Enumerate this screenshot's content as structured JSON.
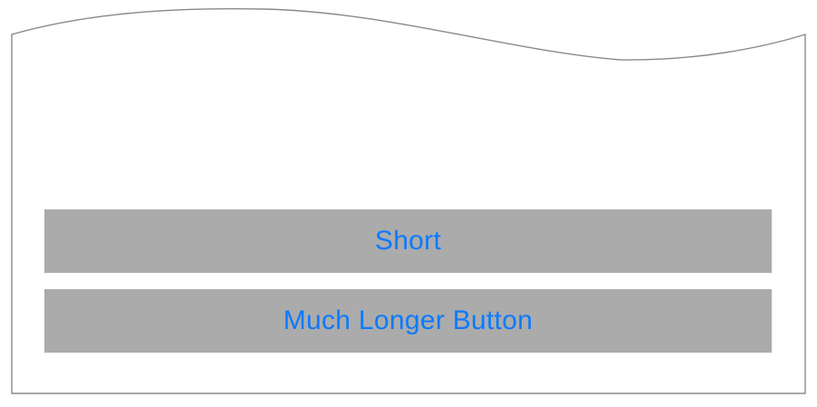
{
  "frame": {
    "description": "torn-edge screenshot fragment of an iOS view",
    "buttons": [
      {
        "label": "Short"
      },
      {
        "label": "Much Longer Button"
      }
    ]
  },
  "colors": {
    "background": "#FFFFFF",
    "frame_border": "#8A8A8A",
    "button_background": "#ABABAB",
    "button_text": "#0A7AFF"
  }
}
